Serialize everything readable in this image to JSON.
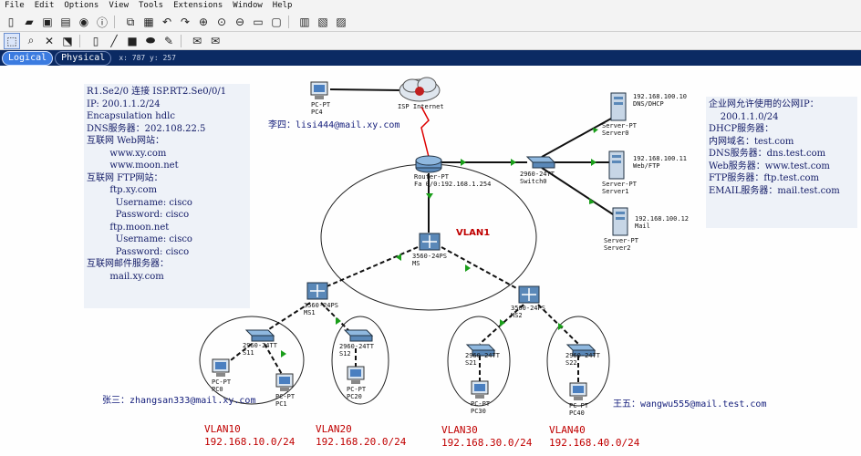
{
  "menu": [
    "File",
    "Edit",
    "Options",
    "View",
    "Tools",
    "Extensions",
    "Window",
    "Help"
  ],
  "tabs": {
    "logical": "Logical",
    "physical": "Physical"
  },
  "coords": "x: 787 y: 257",
  "notes": {
    "left": [
      "R1.Se2/0 连接 ISP.RT2.Se0/0/1",
      "IP: 200.1.1.2/24",
      "Encapsulation hdlc",
      "DNS服务器：202.108.22.5",
      "",
      "互联网 Web网站：",
      "        www.xy.com",
      "        www.moon.net",
      "互联网 FTP网站：",
      "        ftp.xy.com",
      "          Username: cisco",
      "          Password: cisco",
      "        ftp.moon.net",
      "          Username: cisco",
      "          Password: cisco",
      "互联网邮件服务器：",
      "        mail.xy.com"
    ],
    "right": [
      "企业网允许使用的公网IP：",
      "    200.1.1.0/24",
      "",
      "DHCP服务器：",
      "内网域名：test.com",
      "",
      "DNS服务器：dns.test.com",
      "Web服务器：www.test.com",
      "FTP服务器：ftp.test.com",
      "EMAIL服务器：mail.test.com"
    ]
  },
  "emails": {
    "lisi": "李四：lisi444@mail.xy.com",
    "zhangsan": "张三：zhangsan333@mail.xy.com",
    "wangwu": "王五：wangwu555@mail.test.com"
  },
  "vlans": [
    {
      "name": "VLAN10",
      "net": "192.168.10.0/24"
    },
    {
      "name": "VLAN20",
      "net": "192.168.20.0/24"
    },
    {
      "name": "VLAN30",
      "net": "192.168.30.0/24"
    },
    {
      "name": "VLAN40",
      "net": "192.168.40.0/24"
    }
  ],
  "vlan1": "VLAN1",
  "devices": {
    "pc_top": "PC-PT\nPC4",
    "isp": "ISP Internet",
    "router": "Router-PT\nFa 0/0:192.168.1.254",
    "switch0": "2960-24TT\nSwitch0",
    "server0": "Server-PT\nServer0",
    "server0_ip": "192.168.100.10\nDNS/DHCP",
    "server1": "Server-PT\nServer1",
    "server1_ip": "192.168.100.11\nWeb/FTP",
    "server2": "Server-PT\nServer2",
    "server2_ip": "192.168.100.12\nMail",
    "ms": "3560-24PS\nMS",
    "ms1": "3560-24PS\nMS1",
    "ms2": "3560-24PS\nMS2",
    "s11": "2960-24TT\nS11",
    "s12": "2960-24TT\nS12",
    "s21": "2960-24TT\nS21",
    "s22": "2960-24TT\nS22",
    "pc0": "PC-PT\nPC0",
    "pc1": "PC-PT\nPC1",
    "pc20": "PC-PT\nPC20",
    "pc30": "PC-PT\nPC30",
    "pc40": "PC-PT\nPC40"
  }
}
